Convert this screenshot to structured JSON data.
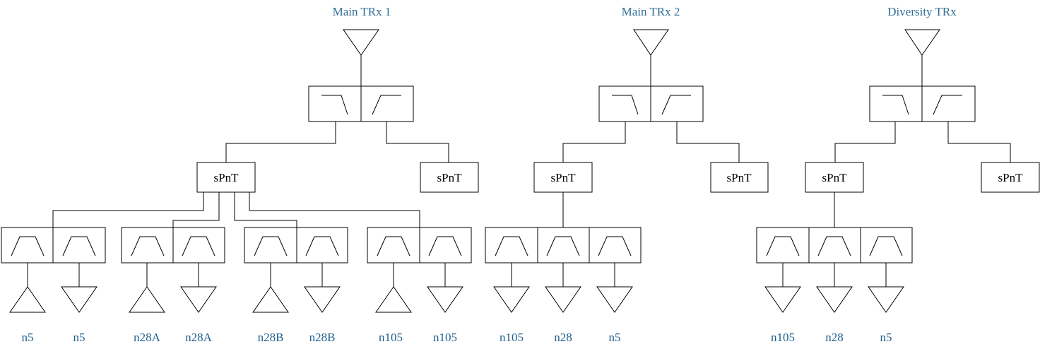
{
  "titles": {
    "main_trx_1": "Main TRx 1",
    "main_trx_2": "Main TRx 2",
    "diversity_trx": "Diversity TRx"
  },
  "switches": {
    "main1_left": "sPnT",
    "main1_right": "sPnT",
    "main2_left": "sPnT",
    "main2_right": "sPnT",
    "div_left": "sPnT",
    "div_right": "sPnT"
  },
  "bands": {
    "m1": [
      "n5",
      "n5",
      "n28A",
      "n28A",
      "n28B",
      "n28B",
      "n105",
      "n105"
    ],
    "m2": [
      "n105",
      "n28",
      "n5"
    ],
    "div": [
      "n105",
      "n28",
      "n5"
    ]
  },
  "colors": {
    "label": "#1f5f8b",
    "title": "#2f6f96",
    "line": "#000000"
  }
}
